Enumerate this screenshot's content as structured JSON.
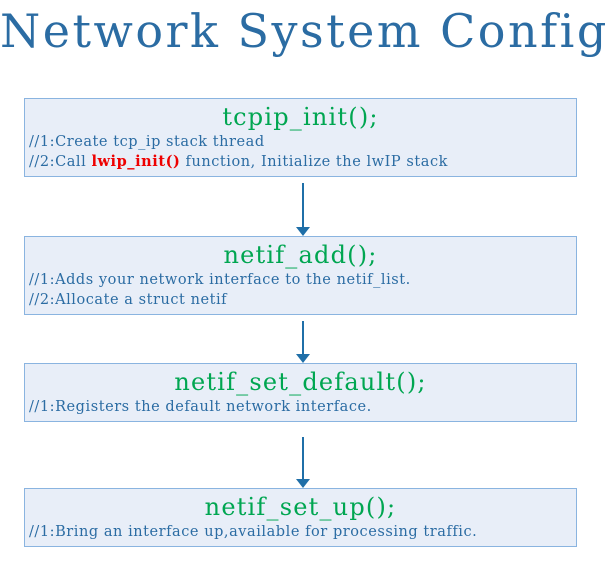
{
  "title": "Network System Config",
  "theme": {
    "title_color": "#2b6ca3",
    "box_border": "#8ab4e0",
    "box_fill": "#e8eef8",
    "signature_color": "#00a651",
    "comment_color": "#2b6ca3",
    "highlight_color": "#ee0000",
    "arrow_color": "#1f6fa8"
  },
  "chart_data": {
    "type": "flowchart",
    "title": "Network System Config",
    "orientation": "top-to-bottom",
    "nodes": [
      {
        "id": "tcpip-init",
        "signature": "tcpip_init();",
        "comments": [
          "//1:Create tcp_ip stack thread",
          "//2:Call lwip_init() function, Initialize the lwIP stack"
        ],
        "highlight": "lwip_init()"
      },
      {
        "id": "netif-add",
        "signature": "netif_add();",
        "comments": [
          "//1:Adds your network interface to the netif_list.",
          "//2:Allocate a struct netif"
        ],
        "highlight": ""
      },
      {
        "id": "netif-set-default",
        "signature": "netif_set_default();",
        "comments": [
          "//1:Registers the default network interface."
        ],
        "highlight": ""
      },
      {
        "id": "netif-set-up",
        "signature": "netif_set_up();",
        "comments": [
          "//1:Bring an interface up,available for processing traffic."
        ],
        "highlight": ""
      }
    ],
    "edges": [
      {
        "from": "tcpip-init",
        "to": "netif-add",
        "label": ""
      },
      {
        "from": "netif-add",
        "to": "netif-set-default",
        "label": ""
      },
      {
        "from": "netif-set-default",
        "to": "netif-set-up",
        "label": ""
      }
    ]
  },
  "nodes": [
    {
      "signature": "tcpip_init();",
      "comment_1_pre": "//1:Create tcp_ip stack thread",
      "comment_1_hl": "",
      "comment_1_post": "",
      "comment_2_pre": "//2:Call ",
      "comment_2_hl": "lwip_init()",
      "comment_2_post": " function, Initialize the lwIP stack"
    },
    {
      "signature": "netif_add();",
      "comment_1_pre": "//1:Adds your network interface to the netif_list.",
      "comment_1_hl": "",
      "comment_1_post": "",
      "comment_2_pre": "//2:Allocate a struct netif",
      "comment_2_hl": "",
      "comment_2_post": ""
    },
    {
      "signature": "netif_set_default();",
      "comment_1_pre": "//1:Registers the default network interface.",
      "comment_1_hl": "",
      "comment_1_post": "",
      "comment_2_pre": "",
      "comment_2_hl": "",
      "comment_2_post": ""
    },
    {
      "signature": "netif_set_up();",
      "comment_1_pre": "//1:Bring an interface up,available for processing traffic.",
      "comment_1_hl": "",
      "comment_1_post": "",
      "comment_2_pre": "",
      "comment_2_hl": "",
      "comment_2_post": ""
    }
  ]
}
